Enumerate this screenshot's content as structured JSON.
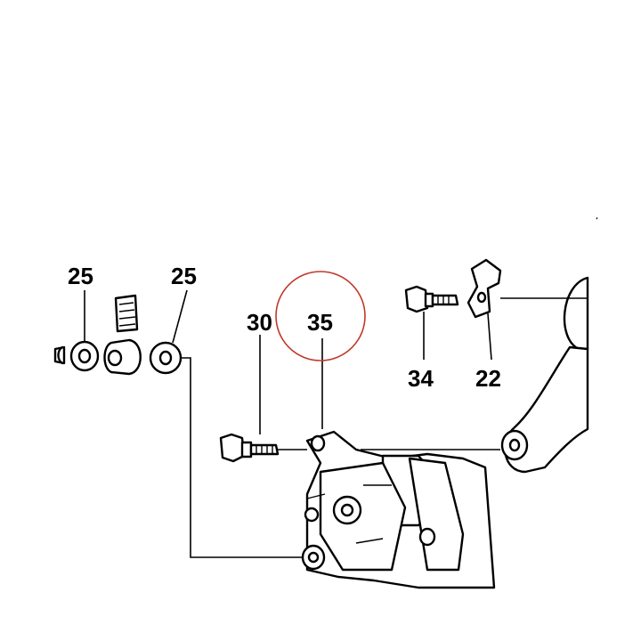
{
  "diagram": {
    "callouts": [
      {
        "id": "c25a",
        "text": "25"
      },
      {
        "id": "c25b",
        "text": "25"
      },
      {
        "id": "c30",
        "text": "30"
      },
      {
        "id": "c35",
        "text": "35"
      },
      {
        "id": "c34",
        "text": "34"
      },
      {
        "id": "c22",
        "text": "22"
      }
    ],
    "highlight_color": "#c0392b"
  }
}
